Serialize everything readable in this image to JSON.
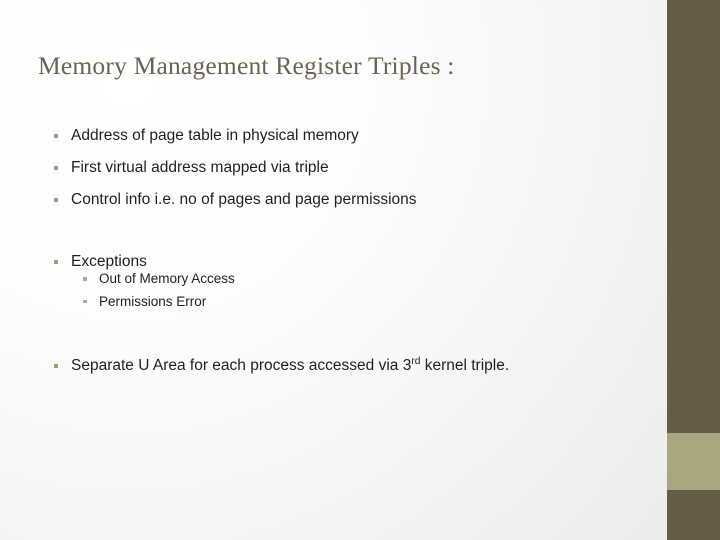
{
  "slide": {
    "title": "Memory Management Register Triples :",
    "bullets": [
      {
        "level": 1,
        "text": "Address of page table in physical memory"
      },
      {
        "level": 1,
        "text": "First virtual address mapped via triple"
      },
      {
        "level": 1,
        "text": "Control info i.e. no of pages and page permissions"
      },
      {
        "level": 1,
        "text": "Exceptions"
      },
      {
        "level": 2,
        "text": "Out of Memory Access"
      },
      {
        "level": 2,
        "text": "Permissions Error"
      },
      {
        "level": 1,
        "text_before": "Separate U Area for each process accessed via 3",
        "superscript": "rd",
        "text_after": " kernel triple."
      }
    ]
  },
  "theme": {
    "title_color": "#6b6452",
    "body_text_color": "#231f20",
    "bullet_color": "#9c9a80",
    "sidebar_dark": "#645c47",
    "sidebar_accent": "#a8a77e",
    "background": "#ffffff"
  }
}
